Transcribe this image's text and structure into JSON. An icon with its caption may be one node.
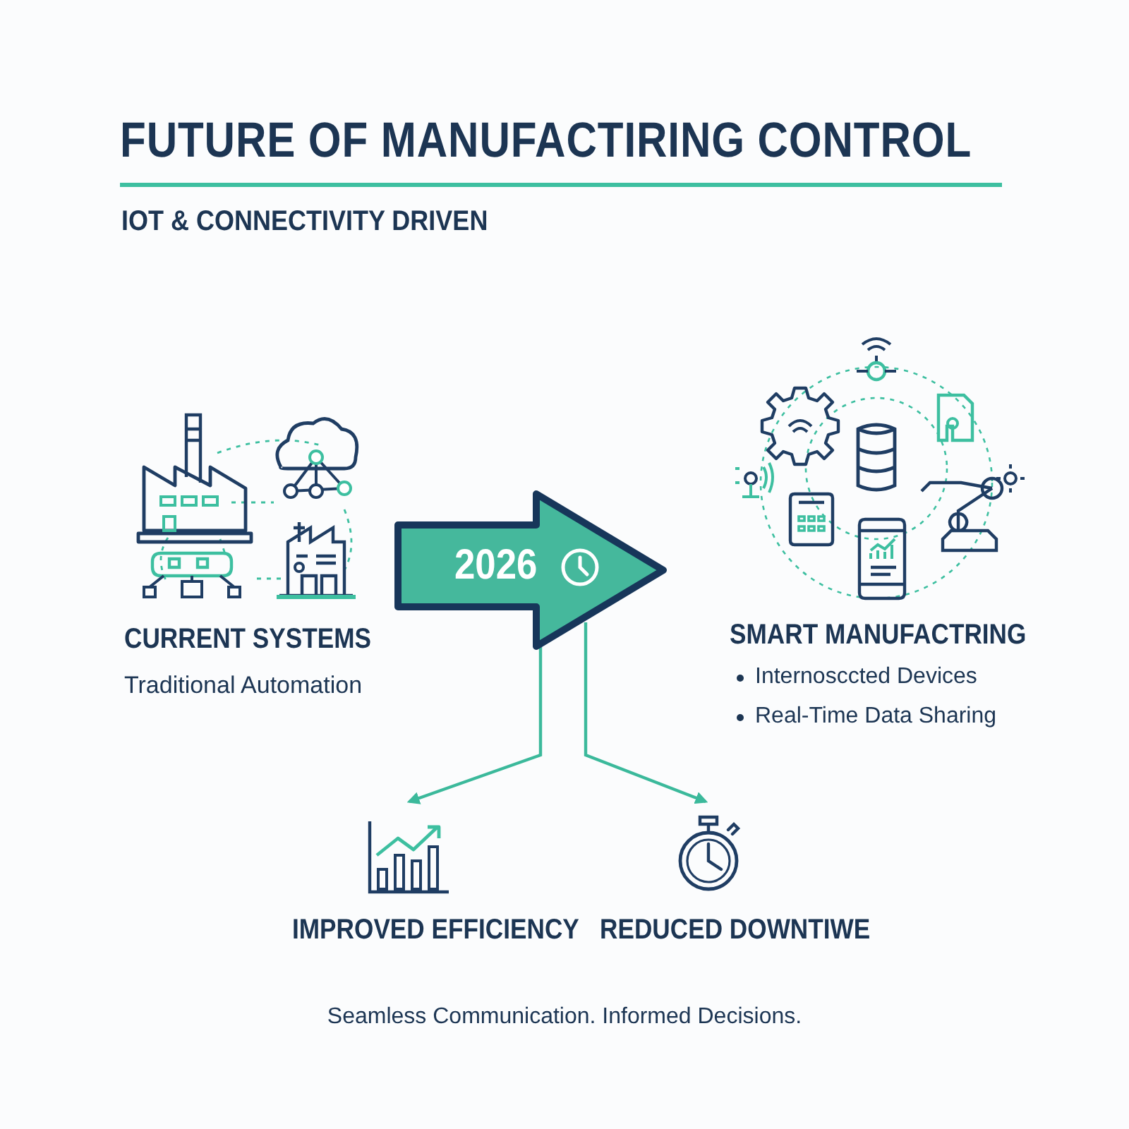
{
  "diagram": {
    "title": "FUTURE OF MANUFACTIRING CONTROL",
    "labels": [
      "IOT & CONNECTIVITY DRIVEN"
    ],
    "caption": "Seamless Communication. Informed Decisions.",
    "nodes": [
      {
        "text": [
          "2026"
        ]
      },
      {
        "text": [
          "CURRENT SYSTEMS",
          "Traditional Automation"
        ]
      },
      {
        "text": [
          "SMART MANUFACTRING",
          "Internosccted Devices",
          "Real-Time Data Sharing"
        ]
      },
      {
        "text": [
          "IMPROVED EFFICIENCY"
        ]
      },
      {
        "text": [
          "REDUCED DOWNTIWE"
        ]
      }
    ],
    "edges": [
      {
        "from": 0,
        "to": 3,
        "arrow": "to"
      },
      {
        "from": 0,
        "to": 4,
        "arrow": "to"
      }
    ]
  }
}
